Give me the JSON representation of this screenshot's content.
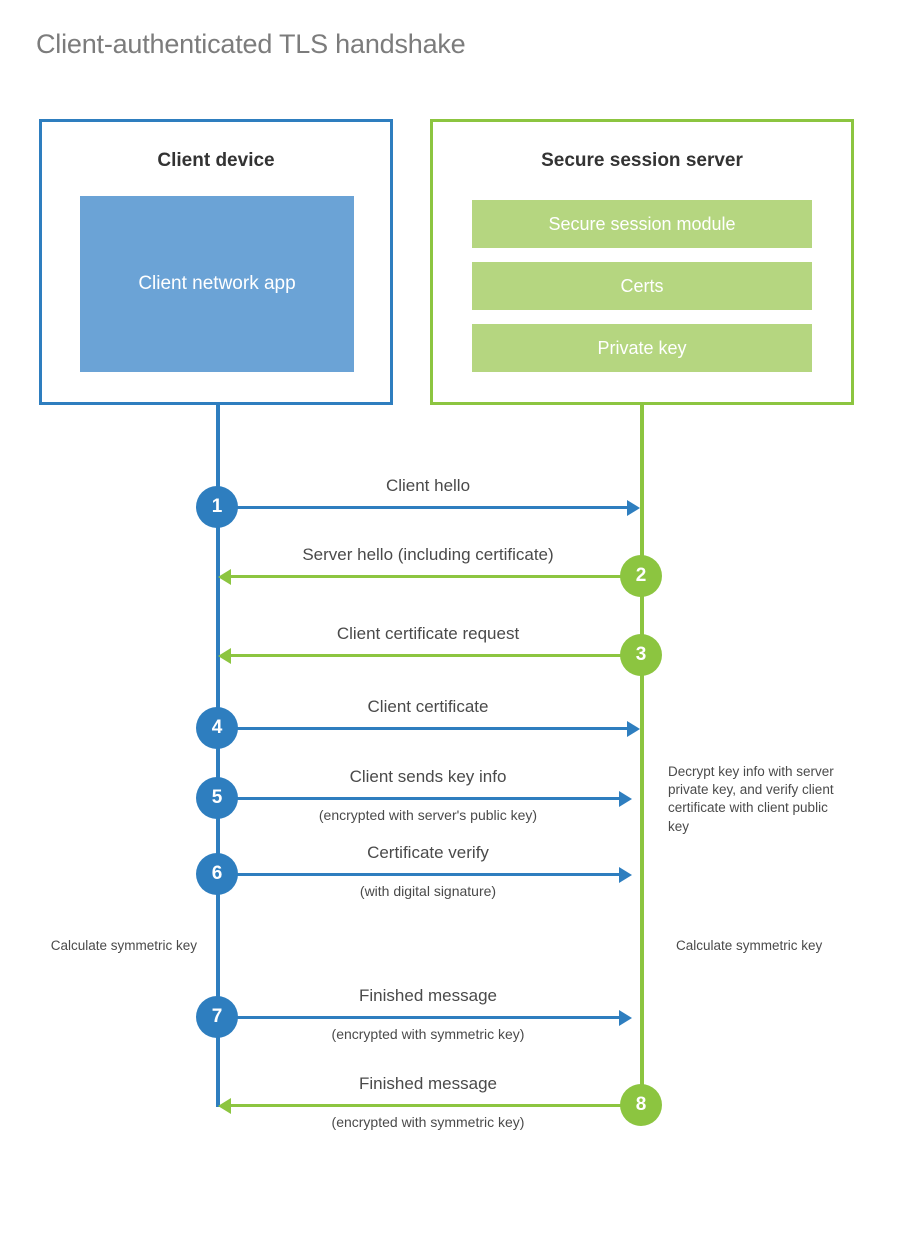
{
  "title": "Client-authenticated TLS handshake",
  "colors": {
    "blue": "#2E7EBF",
    "blue_light": "#6BA3D6",
    "green": "#8CC540",
    "green_light": "#B5D680",
    "title_gray": "#7c7c7c",
    "text_gray": "#4a4a4a",
    "background": "#ffffff"
  },
  "participants": {
    "client": {
      "title": "Client device",
      "app_label": "Client network app"
    },
    "server": {
      "title": "Secure session server",
      "items": [
        {
          "label": "Secure session module"
        },
        {
          "label": "Certs"
        },
        {
          "label": "Private key"
        }
      ]
    }
  },
  "messages": [
    {
      "step": "1",
      "label": "Client hello",
      "sublabel": "",
      "direction": "client-to-server",
      "badge_side": "client"
    },
    {
      "step": "2",
      "label": "Server hello (including certificate)",
      "sublabel": "",
      "direction": "server-to-client",
      "badge_side": "server"
    },
    {
      "step": "3",
      "label": "Client certificate request",
      "sublabel": "",
      "direction": "server-to-client",
      "badge_side": "server"
    },
    {
      "step": "4",
      "label": "Client certificate",
      "sublabel": "",
      "direction": "client-to-server",
      "badge_side": "client"
    },
    {
      "step": "5",
      "label": "Client sends key info",
      "sublabel": "(encrypted with server's public key)",
      "direction": "client-to-server",
      "badge_side": "client"
    },
    {
      "step": "6",
      "label": "Certificate verify",
      "sublabel": "(with digital signature)",
      "direction": "client-to-server",
      "badge_side": "client"
    },
    {
      "step": "7",
      "label": "Finished message",
      "sublabel": "(encrypted with symmetric key)",
      "direction": "client-to-server",
      "badge_side": "client"
    },
    {
      "step": "8",
      "label": "Finished message",
      "sublabel": "(encrypted with symmetric key)",
      "direction": "server-to-client",
      "badge_side": "server"
    }
  ],
  "annotations": {
    "server_decrypt": "Decrypt key info with server private key, and verify client certificate with client public key",
    "client_calculate": "Calculate symmetric key",
    "server_calculate": "Calculate symmetric key"
  }
}
